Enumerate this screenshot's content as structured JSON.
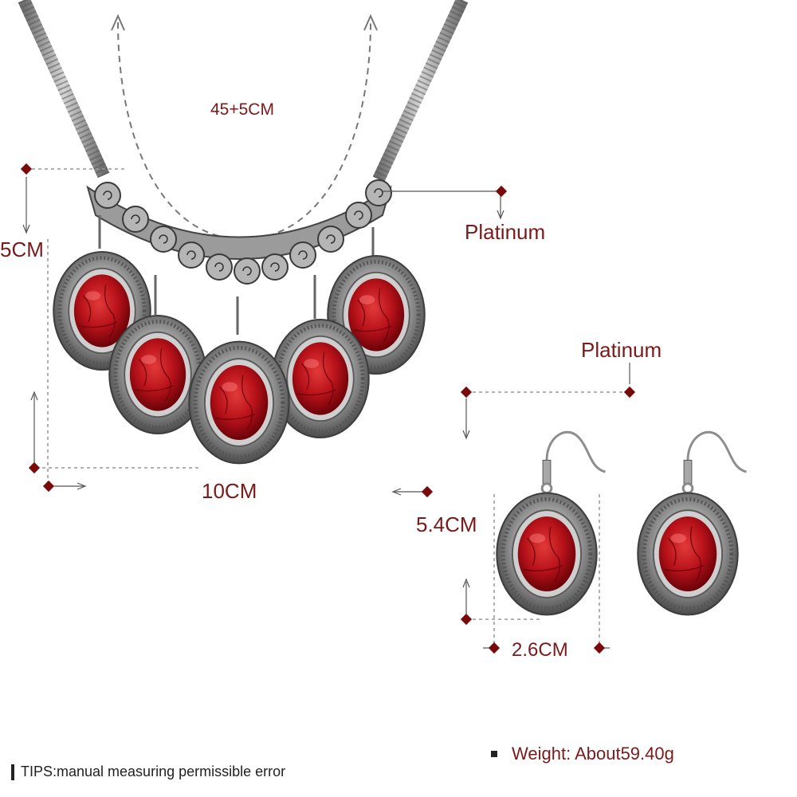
{
  "labels": {
    "chain_length": "45+5CM",
    "pendant_drop": "5CM",
    "necklace_material": "Platinum",
    "necklace_width": "10CM",
    "earring_material": "Platinum",
    "earring_length": "5.4CM",
    "earring_width": "2.6CM"
  },
  "footer": {
    "tips": "TIPS:manual measuring permissible error",
    "weight": "Weight: About59.40g"
  },
  "colors": {
    "annotation": "#7a1a1a",
    "gem_red": "#b8121a",
    "silver": "#8a8a8a"
  }
}
